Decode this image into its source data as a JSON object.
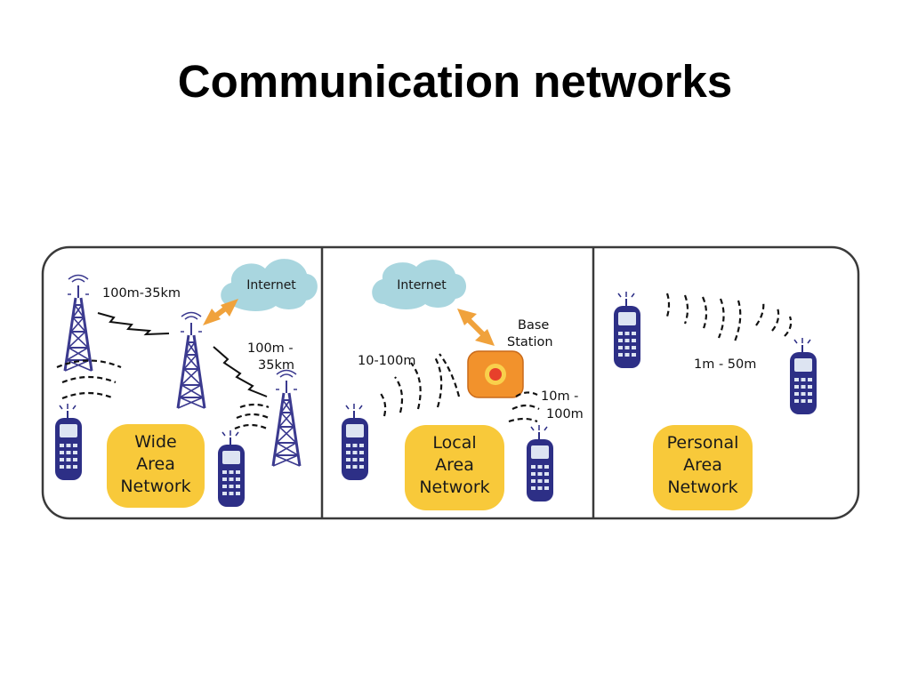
{
  "title": "Communication networks",
  "colors": {
    "tower": "#3b3a8f",
    "phone": "#2d2f86",
    "pill": "#f8c93a",
    "cloud": "#a9d6df",
    "arrow": "#f0a23c",
    "base_station": "#f2922c",
    "frame": "#3a3a3a"
  },
  "panels": {
    "wan": {
      "cloud_label": "Internet",
      "range_top": "100m-35km",
      "range_right_line1": "100m -",
      "range_right_line2": "35km",
      "name_line1": "Wide",
      "name_line2": "Area",
      "name_line3": "Network"
    },
    "lan": {
      "cloud_label": "Internet",
      "base_line1": "Base",
      "base_line2": "Station",
      "range_left": "10-100m",
      "range_right_line1": "10m -",
      "range_right_line2": "100m",
      "name_line1": "Local",
      "name_line2": "Area",
      "name_line3": "Network"
    },
    "pan": {
      "range": "1m - 50m",
      "name_line1": "Personal",
      "name_line2": "Area",
      "name_line3": "Network"
    }
  }
}
